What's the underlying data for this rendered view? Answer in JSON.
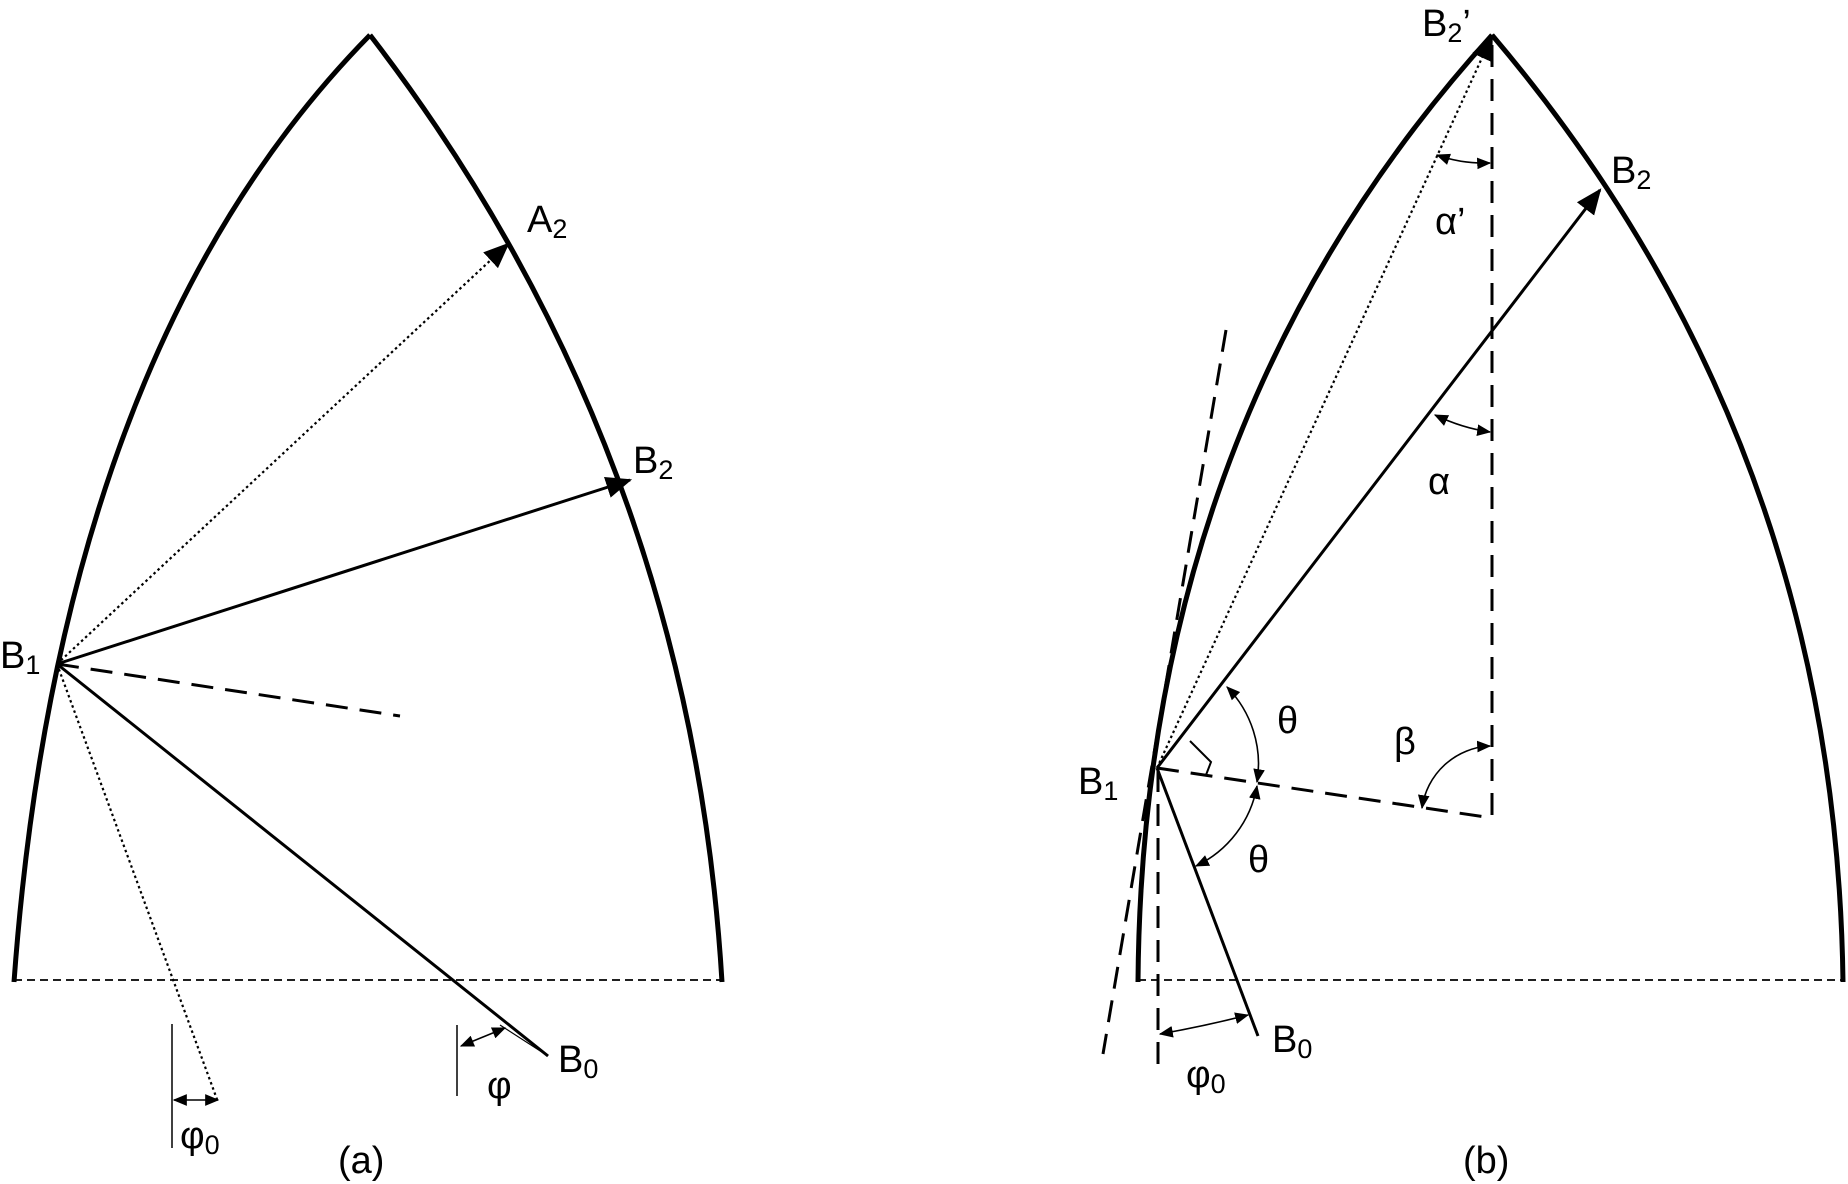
{
  "panels": {
    "a": {
      "caption": "(a)",
      "points": {
        "A": "A",
        "A_sub": "2",
        "B2": "B",
        "B2_sub": "2",
        "B1": "B",
        "B1_sub": "1",
        "B0": "B",
        "B0_sub": "0"
      },
      "angles": {
        "phi": "φ",
        "phi0": "φ",
        "phi0_sub": "0"
      }
    },
    "b": {
      "caption": "(b)",
      "points": {
        "B2p": "B",
        "B2p_sub": "2",
        "B2p_prime": "’",
        "B2": "B",
        "B2_sub": "2",
        "B1": "B",
        "B1_sub": "1",
        "B0": "B",
        "B0_sub": "0"
      },
      "angles": {
        "alpha_prime": "α’",
        "alpha": "α",
        "beta": "β",
        "theta_upper": "θ",
        "theta_lower": "θ",
        "phi0": "φ",
        "phi0_sub": "0"
      }
    }
  }
}
